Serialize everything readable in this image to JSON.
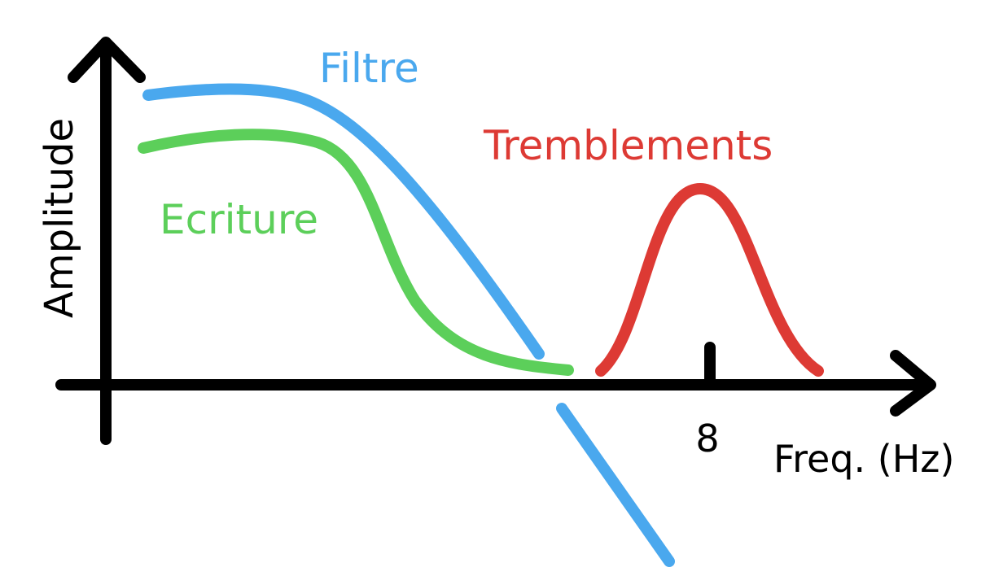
{
  "chart_data": {
    "type": "line",
    "xlabel": "Freq. (Hz)",
    "ylabel": "Amplitude",
    "x_ticks": [
      {
        "value": 8,
        "label": "8"
      }
    ],
    "series": [
      {
        "name": "Filtre",
        "color": "#4aa8ee"
      },
      {
        "name": "Ecriture",
        "color": "#5ccf5a"
      },
      {
        "name": "Tremblements",
        "color": "#dd3a34"
      }
    ],
    "grid": false,
    "legend": "none (series labelled directly next to curves)"
  }
}
